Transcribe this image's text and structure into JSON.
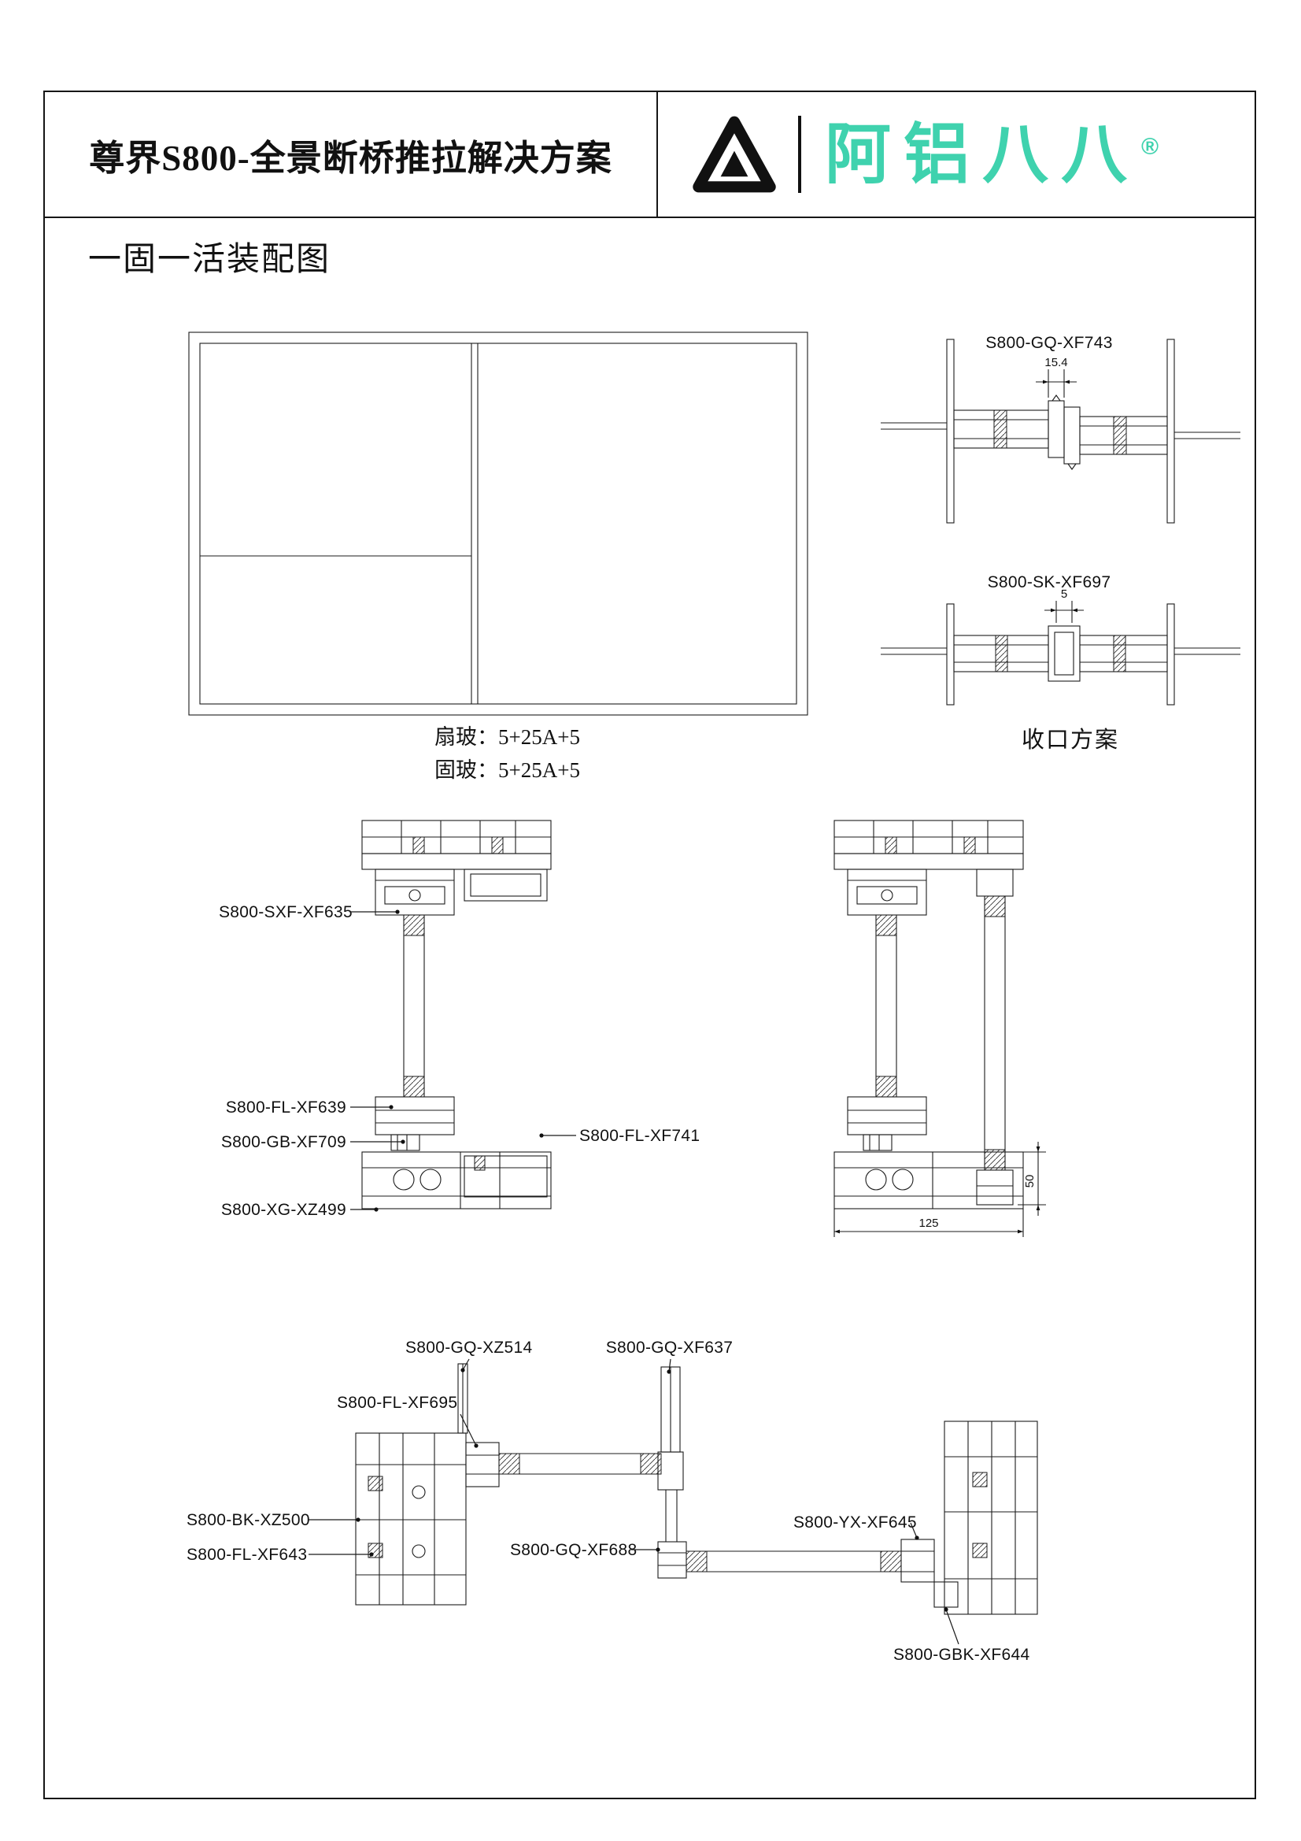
{
  "header": {
    "title": "尊界S800-全景断桥推拉解决方案",
    "brand_name": "阿铝八八",
    "brand_reg": "®",
    "brand_color": "#3FD2AE"
  },
  "page": {
    "section_title": "一固一活装配图"
  },
  "elevation": {
    "note_sash": "扇玻：5+25A+5",
    "note_fixed": "固玻：5+25A+5"
  },
  "details": {
    "interlock_label": "S800-GQ-XF743",
    "interlock_dim": "15.4",
    "cap_label": "S800-SK-XF697",
    "cap_dim": "5",
    "cap_caption": "收口方案"
  },
  "sections": {
    "label_sxf635": "S800-SXF-XF635",
    "label_fl639": "S800-FL-XF639",
    "label_gb709": "S800-GB-XF709",
    "label_xg499": "S800-XG-XZ499",
    "label_fl741": "S800-FL-XF741",
    "dim_width": "125",
    "dim_height": "50"
  },
  "corner": {
    "label_gq514": "S800-GQ-XZ514",
    "label_gq637": "S800-GQ-XF637",
    "label_fl695": "S800-FL-XF695",
    "label_bk500": "S800-BK-XZ500",
    "label_fl643": "S800-FL-XF643",
    "label_gq688": "S800-GQ-XF688",
    "label_yx645": "S800-YX-XF645",
    "label_gbk644": "S800-GBK-XF644"
  }
}
